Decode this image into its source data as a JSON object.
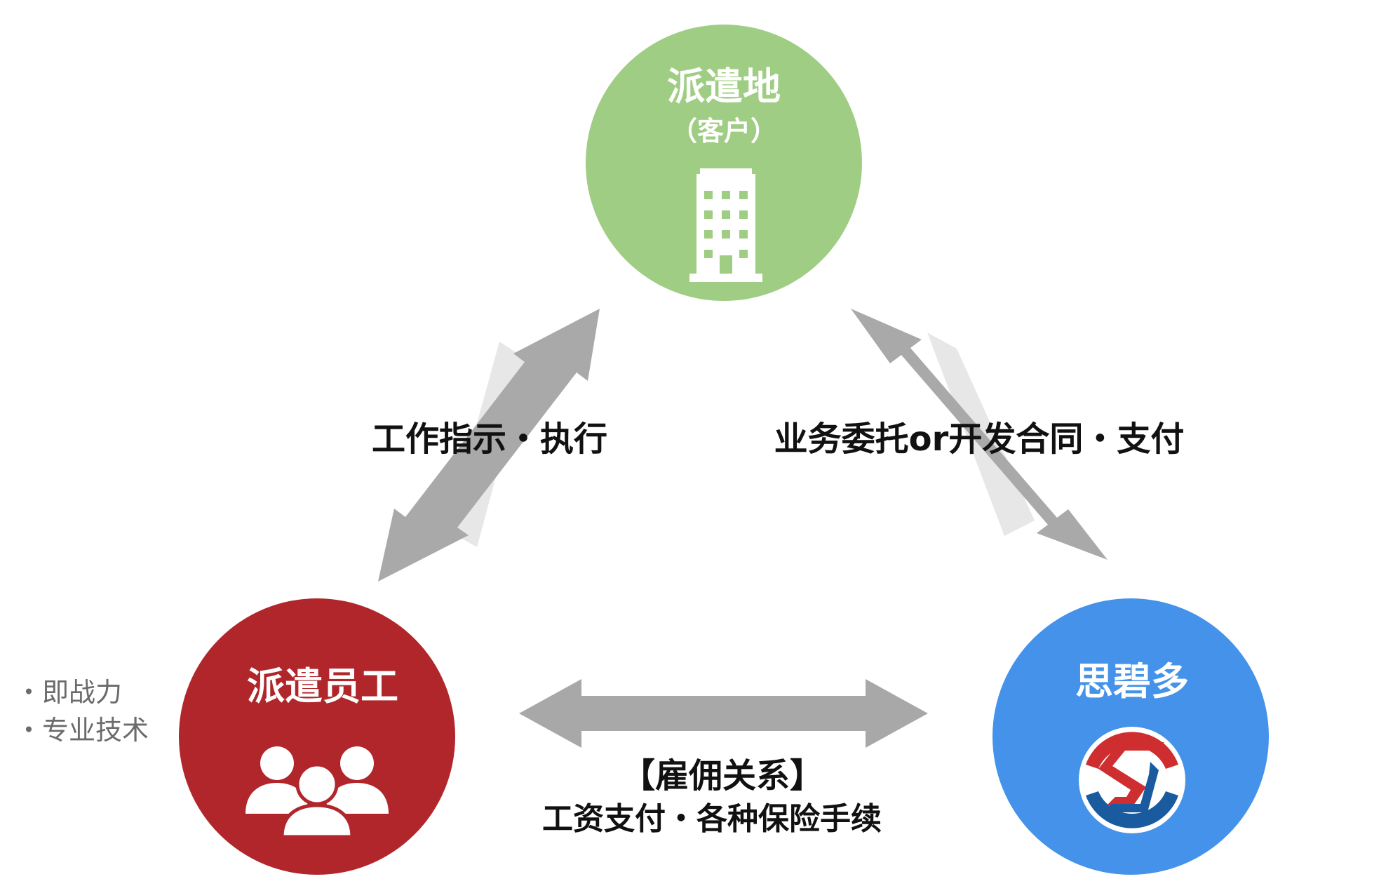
{
  "nodes": {
    "client": {
      "title": "派遣地",
      "subtitle": "（客户）",
      "icon": "office-building-icon",
      "color": "#a0cd84"
    },
    "employee": {
      "title": "派遣员工",
      "icon": "people-group-icon",
      "color": "#b0262b"
    },
    "company": {
      "title": "思碧多",
      "icon": "company-logo-icon",
      "color": "#4592ea"
    }
  },
  "relations": {
    "client_employee": {
      "label": "工作指示・执行"
    },
    "client_company": {
      "label": "业务委托or开发合同・支付"
    },
    "employee_company": {
      "title": "【雇佣关系】",
      "detail": "工资支付・各种保险手续"
    }
  },
  "employee_notes": [
    "・即战力",
    "・专业技术"
  ],
  "colors": {
    "arrow": "#a8a8a8",
    "arrow_light": "#e2e2e2",
    "logo_red": "#cf2e30",
    "logo_blue": "#1a5a9e"
  }
}
